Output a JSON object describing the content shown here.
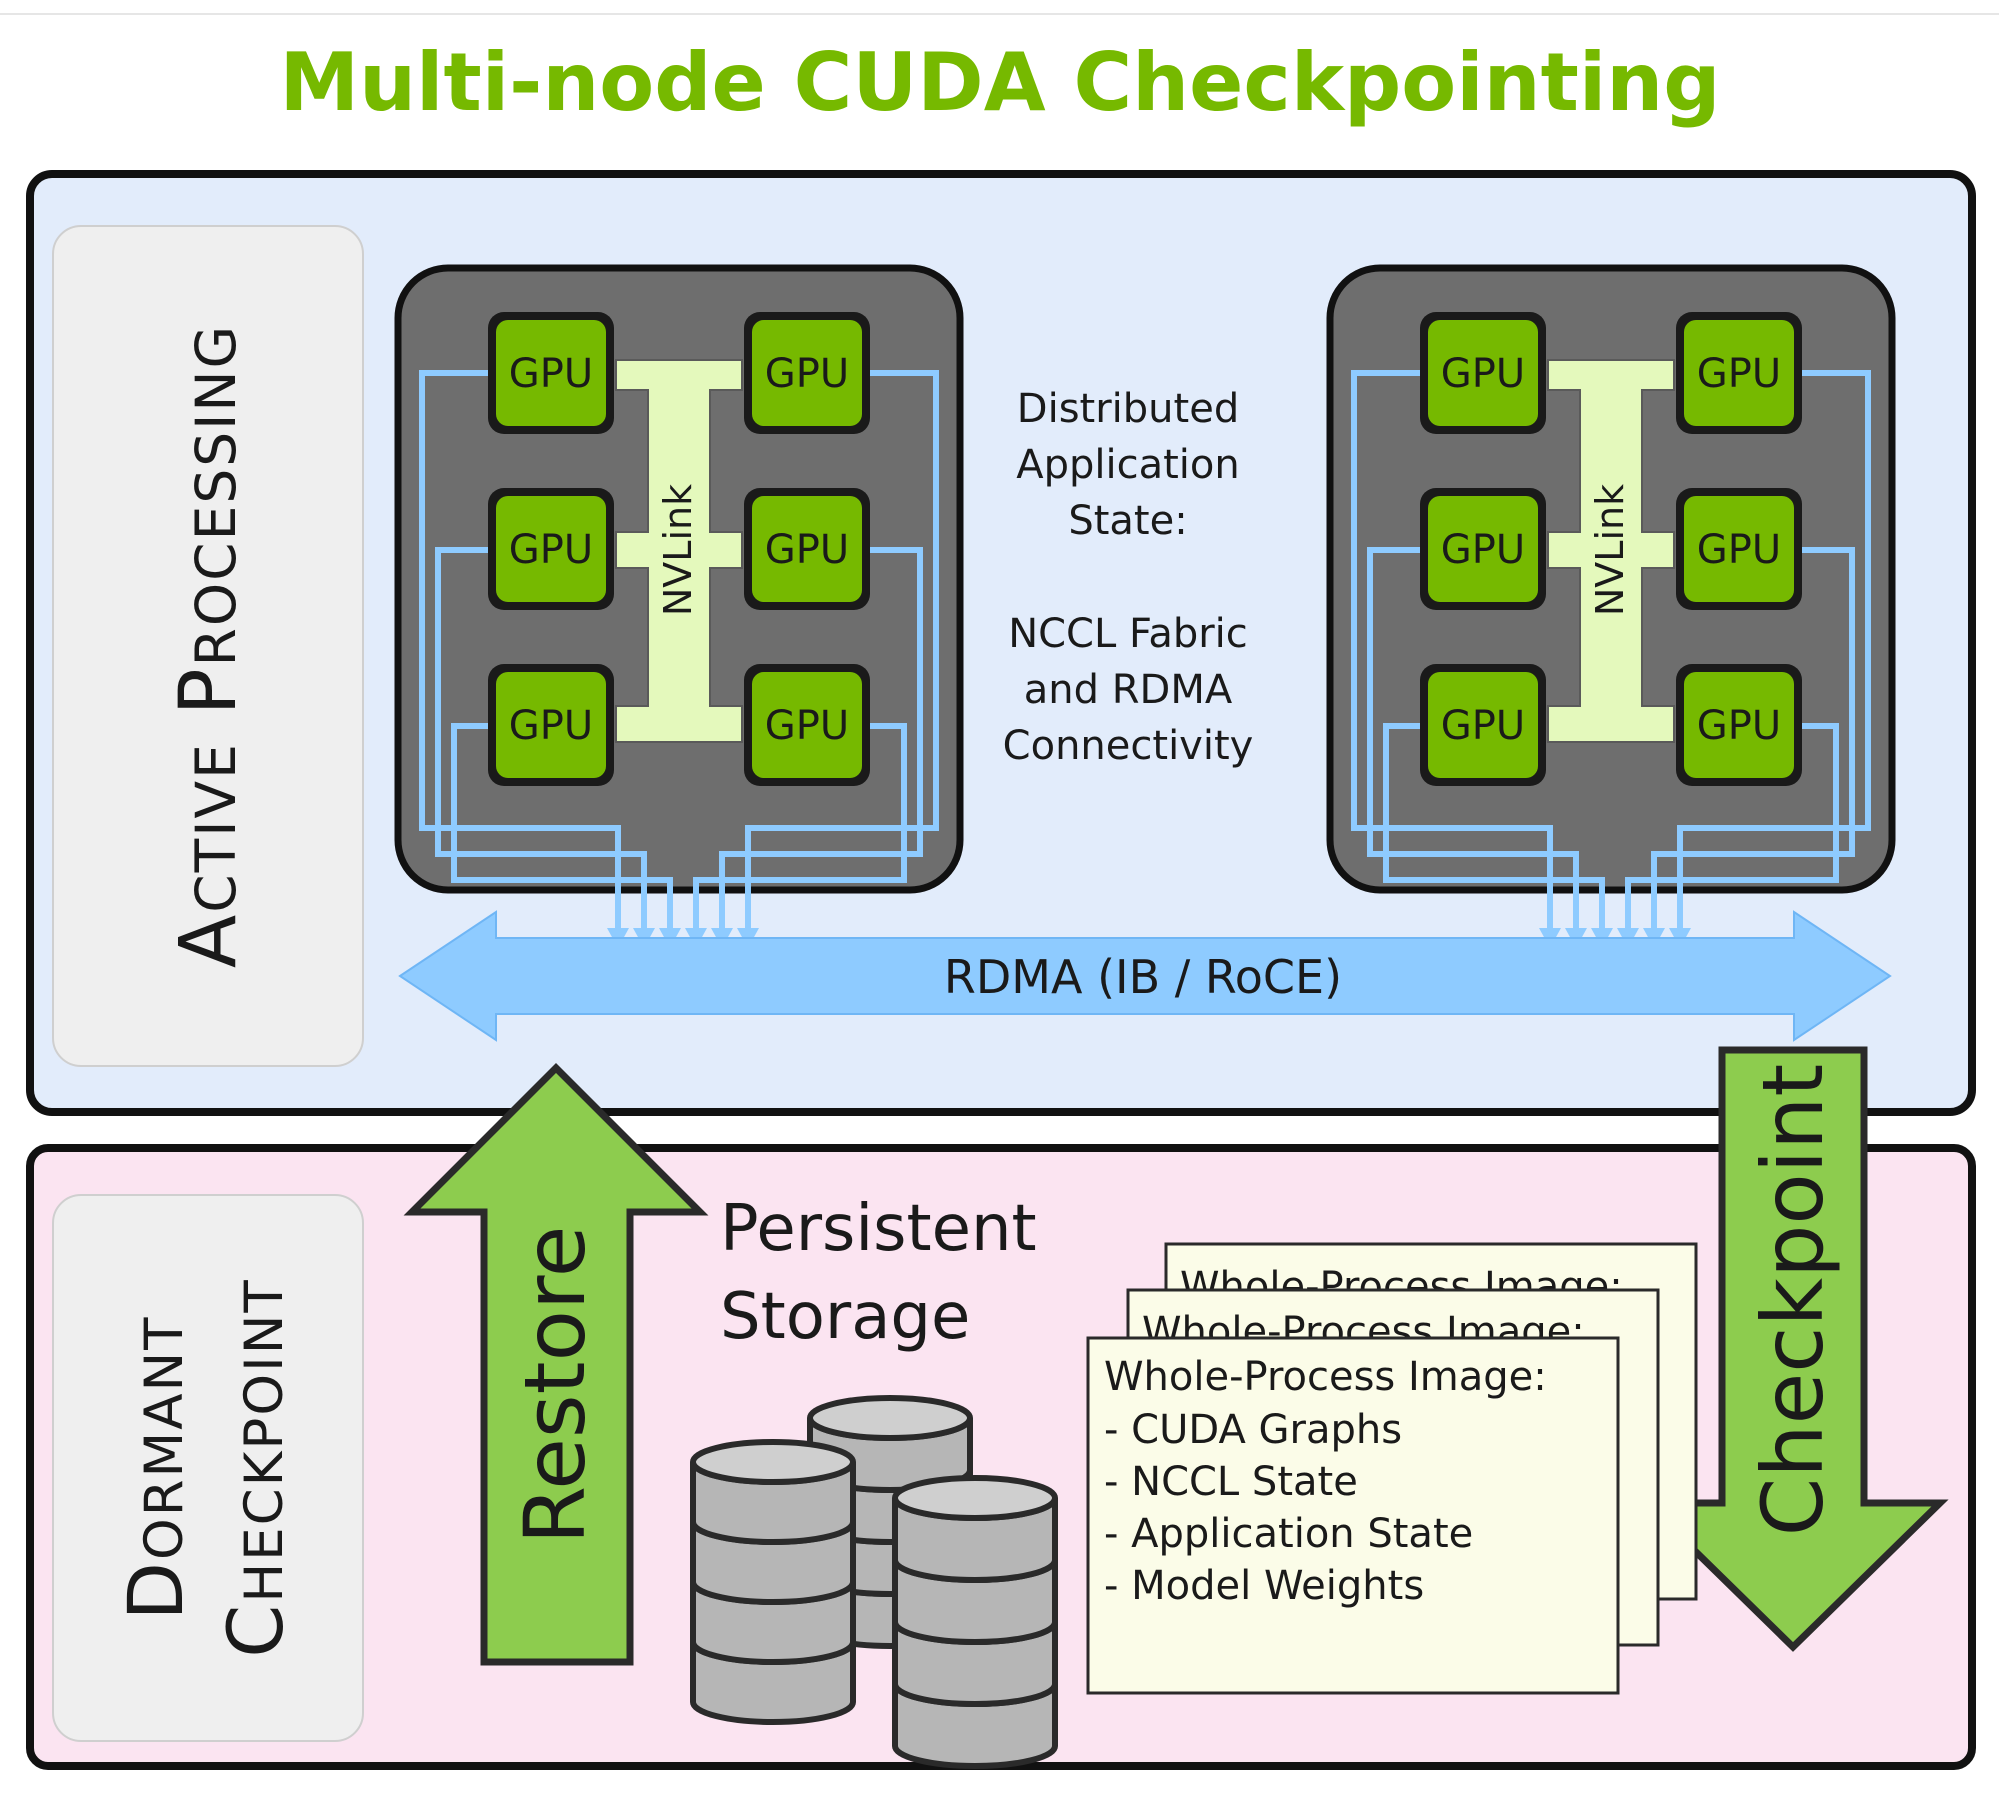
{
  "title": "Multi-node CUDA Checkpointing",
  "colors": {
    "title": "#76b900",
    "gpu": "#76b900",
    "node": "#6e6e6e",
    "nvlink": "#e4f9bc",
    "link": "#8ecbff",
    "active_bg": "#e2ecfb",
    "dormant_bg": "#fbe4f1",
    "arrow_green": "#8dcc4e",
    "doc_bg": "#fbfce8"
  },
  "active": {
    "label_line1": "Active Processing",
    "center_text": [
      "Distributed",
      "Application",
      "State:",
      "",
      "NCCL Fabric",
      "and RDMA",
      "Connectivity"
    ],
    "rdma_label": "RDMA (IB / RoCE)",
    "nodes": [
      {
        "gpus": [
          "GPU",
          "GPU",
          "GPU",
          "GPU",
          "GPU",
          "GPU"
        ],
        "nvlink": "NVLink"
      },
      {
        "gpus": [
          "GPU",
          "GPU",
          "GPU",
          "GPU",
          "GPU",
          "GPU"
        ],
        "nvlink": "NVLink"
      }
    ]
  },
  "dormant": {
    "label_line1": "Dormant",
    "label_line2": "Checkpoint",
    "storage_label": [
      "Persistent",
      "Storage"
    ],
    "restore": "Restore",
    "checkpoint": "Checkpoint",
    "image_doc": {
      "title": "Whole-Process Image:",
      "items": [
        "- CUDA Graphs",
        "- NCCL State",
        "- Application State",
        "- Model Weights"
      ]
    },
    "back_doc_titles": [
      "Whole-Process Image:",
      "Whole-Process Image:"
    ]
  }
}
